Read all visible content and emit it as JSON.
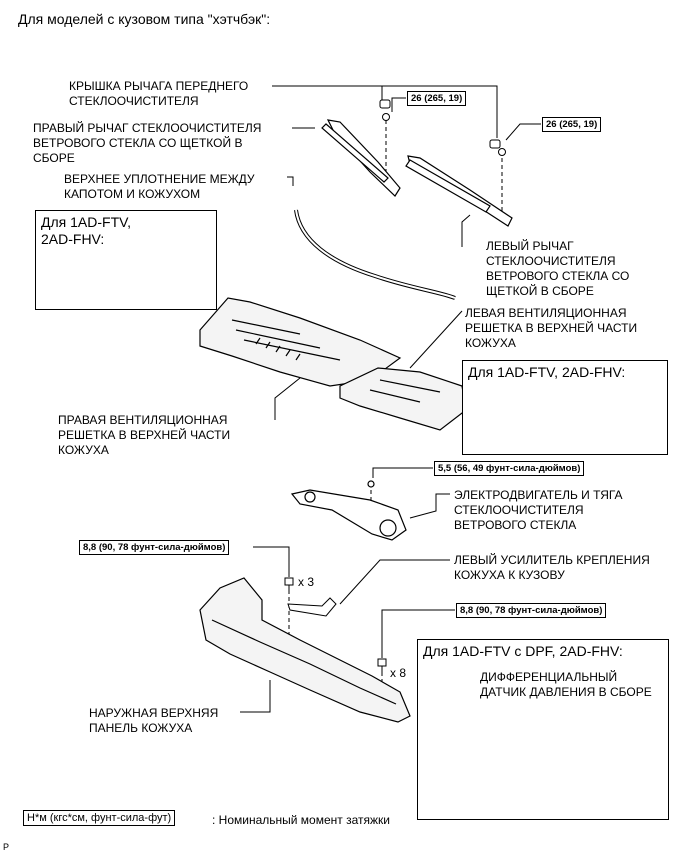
{
  "header": {
    "title": "Для моделей с кузовом типа \"хэтчбэк\":"
  },
  "labels": {
    "wiper_cap": "КРЫШКА РЫЧАГА ПЕРЕДНЕГО\nСТЕКЛООЧИСТИТЕЛЯ",
    "right_arm": "ПРАВЫЙ РЫЧАГ СТЕКЛООЧИСТИТЕЛЯ\nВЕТРОВОГО СТЕКЛА СО ЩЕТКОЙ В\nСБОРЕ",
    "seal": "ВЕРХНЕЕ УПЛОТНЕНИЕ МЕЖДУ\nКАПОТОМ И КОЖУХОМ",
    "left_arm": "ЛЕВЫЙ РЫЧАГ\nСТЕКЛООЧИСТИТЕЛЯ\nВЕТРОВОГО СТЕКЛА СО\nЩЕТКОЙ В СБОРЕ",
    "left_louver": "ЛЕВАЯ ВЕНТИЛЯЦИОННАЯ\nРЕШЕТКА В ВЕРХНЕЙ ЧАСТИ\nКОЖУХА",
    "right_louver": "ПРАВАЯ ВЕНТИЛЯЦИОННАЯ\nРЕШЕТКА В ВЕРХНЕЙ ЧАСТИ\nКОЖУХА",
    "motor": "ЭЛЕКТРОДВИГАТЕЛЬ И ТЯГА\nСТЕКЛООЧИСТИТЕЛЯ\nВЕТРОВОГО СТЕКЛА",
    "reinforcement": "ЛЕВЫЙ УСИЛИТЕЛЬ КРЕПЛЕНИЯ\nКОЖУХА К КУЗОВУ",
    "outer_panel": "НАРУЖНАЯ ВЕРХНЯЯ\nПАНЕЛЬ КОЖУХА",
    "sensor": "ДИФФЕРЕНЦИАЛЬНЫЙ\nДАТЧИК ДАВЛЕНИЯ В СБОРЕ"
  },
  "boxes": {
    "box1": "Для 1AD-FTV,\n2AD-FHV:",
    "box2": "Для 1AD-FTV, 2AD-FHV:",
    "box3": "Для 1AD-FTV c DPF, 2AD-FHV:"
  },
  "torques": {
    "t1": "26 (265, 19)",
    "t2": "26 (265, 19)",
    "t3": "5,5 (56, 49 фунт-сила-дюймов)",
    "t4": "8,8 (90, 78 фунт-сила-дюймов)",
    "t5": "8,8 (90, 78 фунт-сила-дюймов)"
  },
  "multipliers": {
    "m1": "x 3",
    "m2": "x 8"
  },
  "legend": {
    "key": "Н*м (кгс*см, фунт-сила-фут)",
    "text": ": Номинальный момент затяжки"
  },
  "footer": {
    "mark": "P"
  }
}
